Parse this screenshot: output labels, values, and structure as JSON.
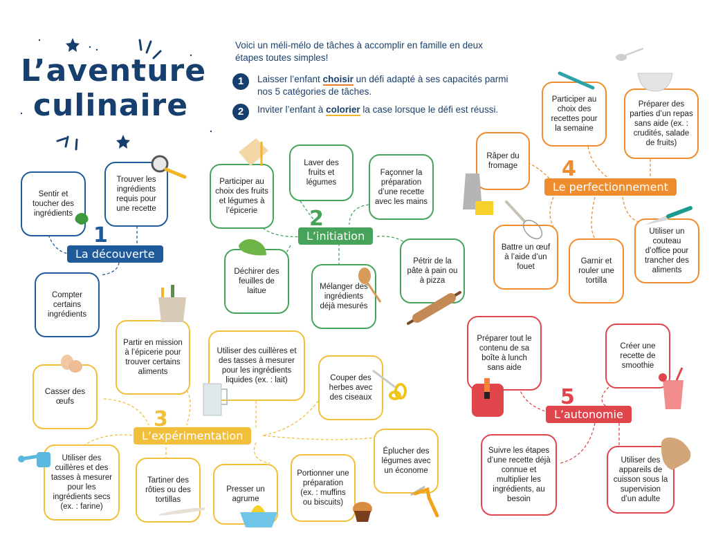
{
  "header": {
    "title_line1": "L’aventure",
    "title_line2": "culinaire",
    "intro": "Voici un méli-mélo de tâches à accomplir en famille en deux étapes toutes simples!",
    "steps": [
      {
        "number": "1",
        "before": "Laisser l’enfant ",
        "highlight": "choisir",
        "after": " un défi adapté à ses capacités parmi nos 5 catégories de tâches."
      },
      {
        "number": "2",
        "before": "Inviter l’enfant à ",
        "highlight": "colorier",
        "after": " la case lorsque le défi est réussi."
      }
    ]
  },
  "colors": {
    "decouverte": "#1f5a9a",
    "initiation": "#47a35a",
    "experimentation": "#f2bf3a",
    "perfectionnement": "#ee8c2e",
    "autonomie": "#e0454c",
    "title": "#173f6d"
  },
  "categories": [
    {
      "number": "1",
      "label": "La découverte",
      "tasks": [
        "Sentir et toucher des ingrédients",
        "Trouver les ingrédients requis pour une recette",
        "Compter certains ingrédients"
      ]
    },
    {
      "number": "2",
      "label": "L’initiation",
      "tasks": [
        "Participer au choix des fruits et légumes à l’épicerie",
        "Laver des fruits et légumes",
        "Façonner la préparation d’une recette avec les mains",
        "Déchirer des feuilles de laitue",
        "Mélanger des ingrédients déjà mesurés",
        "Pétrir de la pâte à pain ou à pizza"
      ]
    },
    {
      "number": "3",
      "label": "L’expérimentation",
      "tasks": [
        "Partir en mission à l’épicerie pour trouver certains aliments",
        "Utiliser des cuillères et des tasses à mesurer pour les ingrédients liquides (ex. : lait)",
        "Couper des herbes avec des ciseaux",
        "Casser des œufs",
        "Utiliser des cuillères et des tasses à mesurer pour les ingrédients secs (ex. : farine)",
        "Tartiner des rôties ou des tortillas",
        "Presser un agrume",
        "Portionner une préparation (ex. : muffins ou biscuits)",
        "Éplucher des légumes avec un économe"
      ]
    },
    {
      "number": "4",
      "label": "Le perfectionnement",
      "tasks": [
        "Participer au choix des recettes pour la semaine",
        "Préparer des parties d’un repas sans aide (ex. : crudités, salade de fruits)",
        "Râper du fromage",
        "Battre un œuf à l’aide d’un fouet",
        "Garnir et rouler une tortilla",
        "Utiliser un couteau d’office pour trancher des aliments"
      ]
    },
    {
      "number": "5",
      "label": "L’autonomie",
      "tasks": [
        "Préparer tout le contenu de sa boîte à lunch sans aide",
        "Créer une recette de smoothie",
        "Suivre les étapes d’une recette déjà connue et multiplier les ingrédients, au besoin",
        "Utiliser des appareils de cuisson sous la supervision d’un adulte"
      ]
    }
  ]
}
